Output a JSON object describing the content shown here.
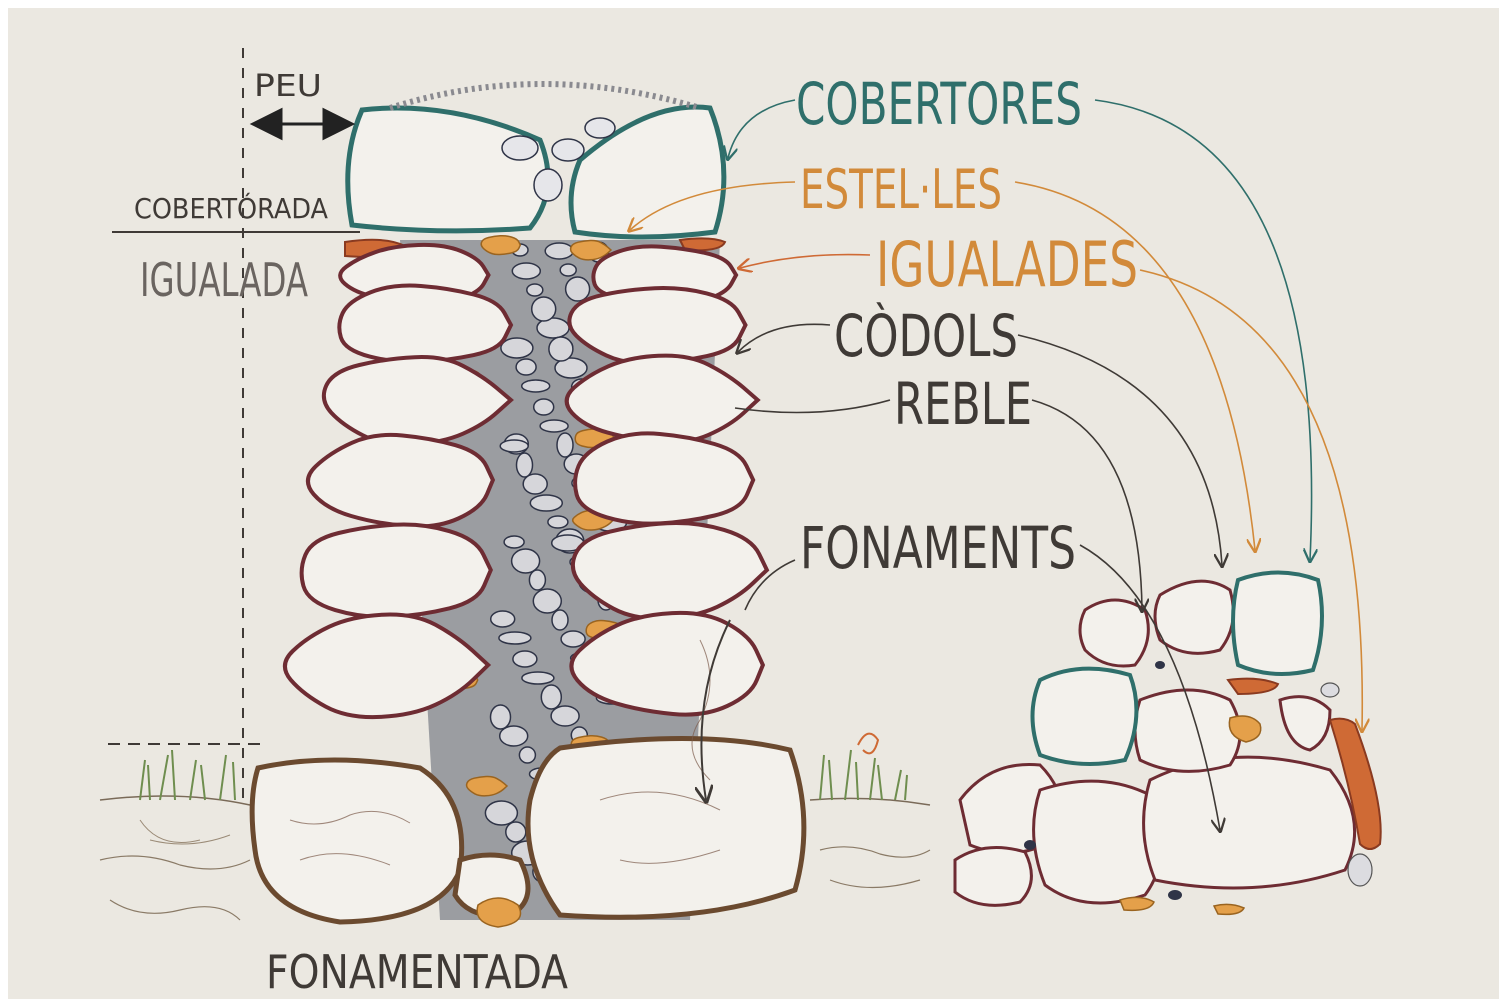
{
  "labels": {
    "peu": "PEU",
    "cobertorada": "COBERTÓRADA",
    "igualada": "IGUALADA",
    "fonamentada": "FONAMENTADA",
    "cobertores": "COBERTORES",
    "estelles": "ESTEL·LES",
    "igualades": "IGUALADES",
    "codols": "CÒDOLS",
    "reble": "REBLE",
    "fonaments": "FONAMENTS"
  },
  "colors": {
    "paper": "#ebe8e1",
    "ink": "#3f3a36",
    "cobertores": "#2f6f6b",
    "estelles": "#d28a3a",
    "igualades": "#cf6a35",
    "codols": "#6e2c33",
    "reble": "#2f3447",
    "fonaments": "#6b4a2f",
    "stone_fill": "#f3f1ec",
    "grass": "#6f8e4f"
  }
}
